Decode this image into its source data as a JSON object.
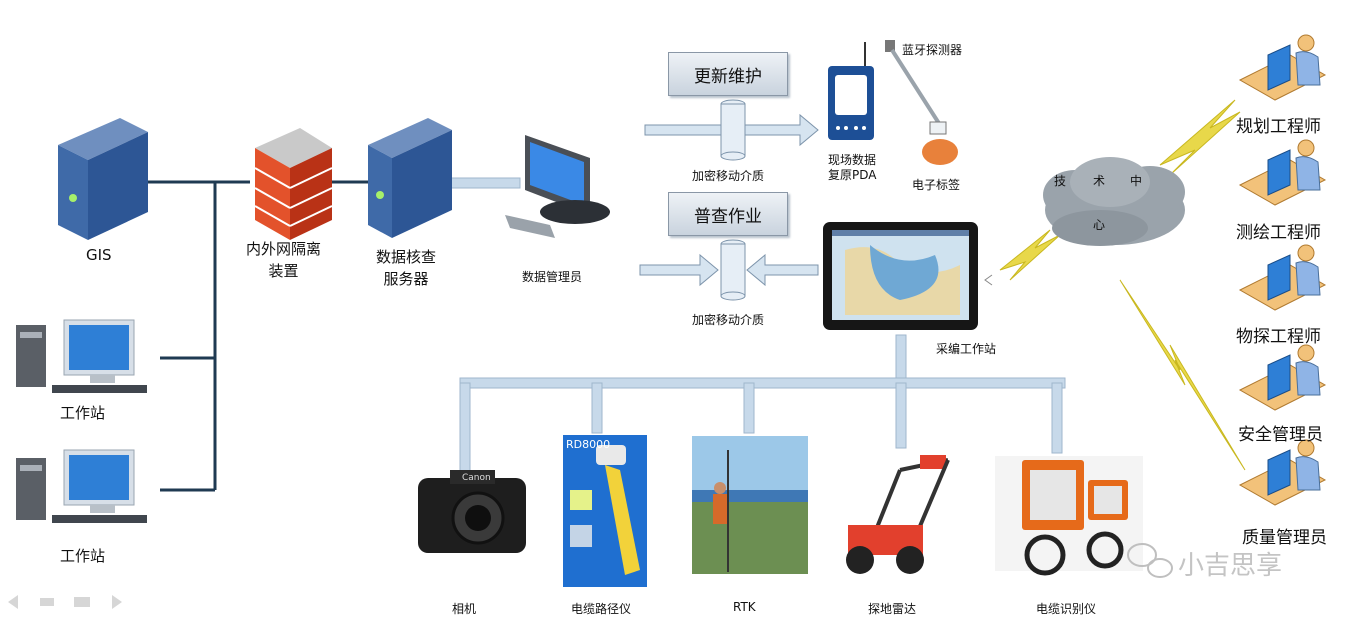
{
  "nodes": {
    "gis": "GIS",
    "firewall": "内外网隔离\n装置",
    "server": "数据核查\n服务器",
    "workstation1": "工作站",
    "workstation2": "工作站",
    "data_manager": "数据管理员",
    "update": "更新维护",
    "survey": "普查作业",
    "media1": "加密移动介质",
    "media2": "加密移动介质",
    "pda": "现场数据\n复原PDA",
    "bt_detector": "蓝牙探测器",
    "e_tag": "电子标签",
    "field_station": "采编工作站",
    "tech_center": [
      "技",
      "术",
      "中",
      "心"
    ]
  },
  "roles": [
    "规划工程师",
    "测绘工程师",
    "物探工程师",
    "安全管理员",
    "质量管理员"
  ],
  "devices": [
    "相机",
    "电缆路径仪",
    "RTK",
    "探地雷达",
    "电缆识别仪"
  ],
  "device_inner_text": {
    "rd_brand": "RD8000",
    "camera_brand": "Canon"
  },
  "watermark": "小吉思享",
  "colors": {
    "line": "#1f3a52",
    "pipe": "#c7d9ea",
    "bolt": "#e8d84a",
    "cloud": "#9aa3ab"
  }
}
